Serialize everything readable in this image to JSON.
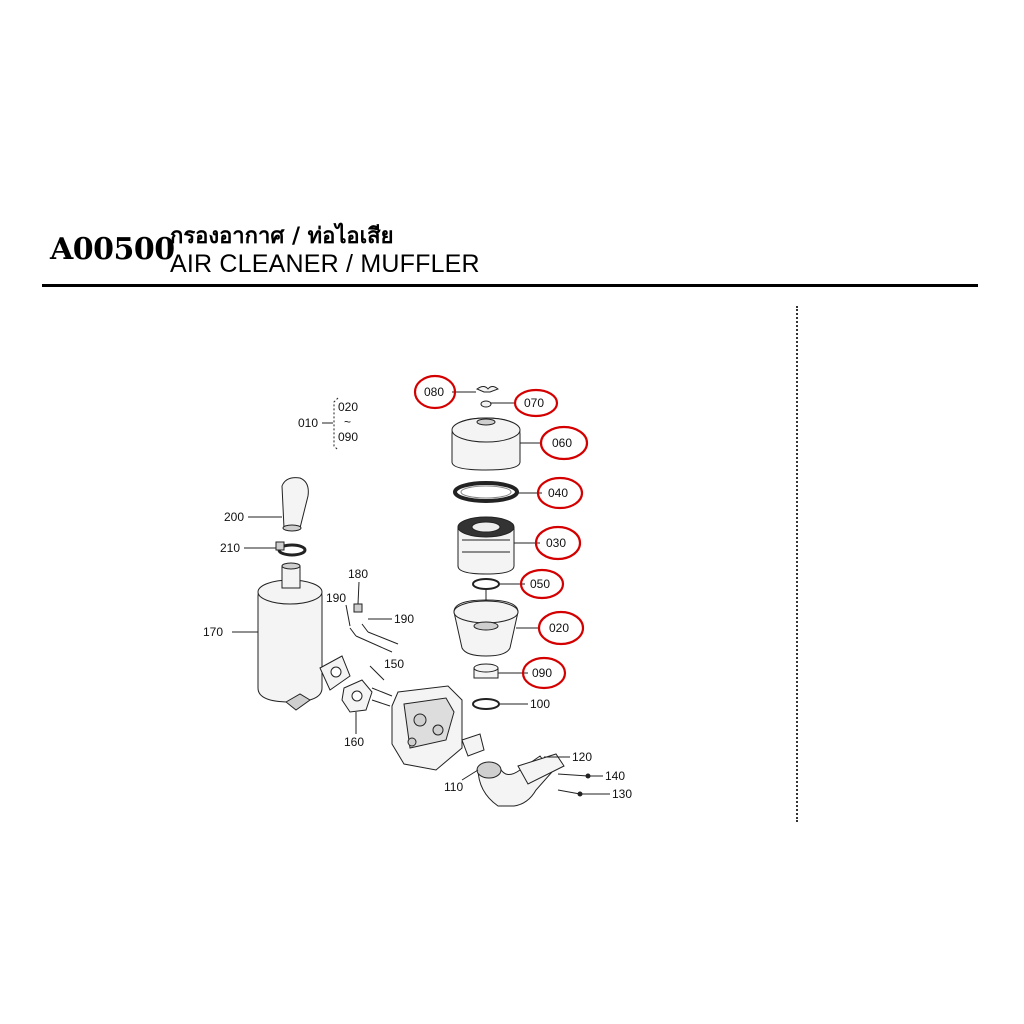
{
  "header": {
    "code": "A00500",
    "title_th": "กรองอากาศ / ท่อไอเสีย",
    "title_en": "AIR CLEANER / MUFFLER"
  },
  "diagram": {
    "assembly": {
      "label": "010",
      "range_top": "020",
      "range_sep": "~",
      "range_bottom": "090"
    },
    "parts": {
      "p080": "080",
      "p070": "070",
      "p060": "060",
      "p040": "040",
      "p030": "030",
      "p050": "050",
      "p020": "020",
      "p090": "090",
      "p100": "100",
      "p120": "120",
      "p140": "140",
      "p130": "130",
      "p110": "110",
      "p160": "160",
      "p150": "150",
      "p190a": "190",
      "p190b": "190",
      "p180": "180",
      "p170": "170",
      "p210": "210",
      "p200": "200"
    },
    "highlighted": [
      "080",
      "070",
      "060",
      "040",
      "030",
      "050",
      "020",
      "090"
    ],
    "highlight_color": "#d40000"
  }
}
